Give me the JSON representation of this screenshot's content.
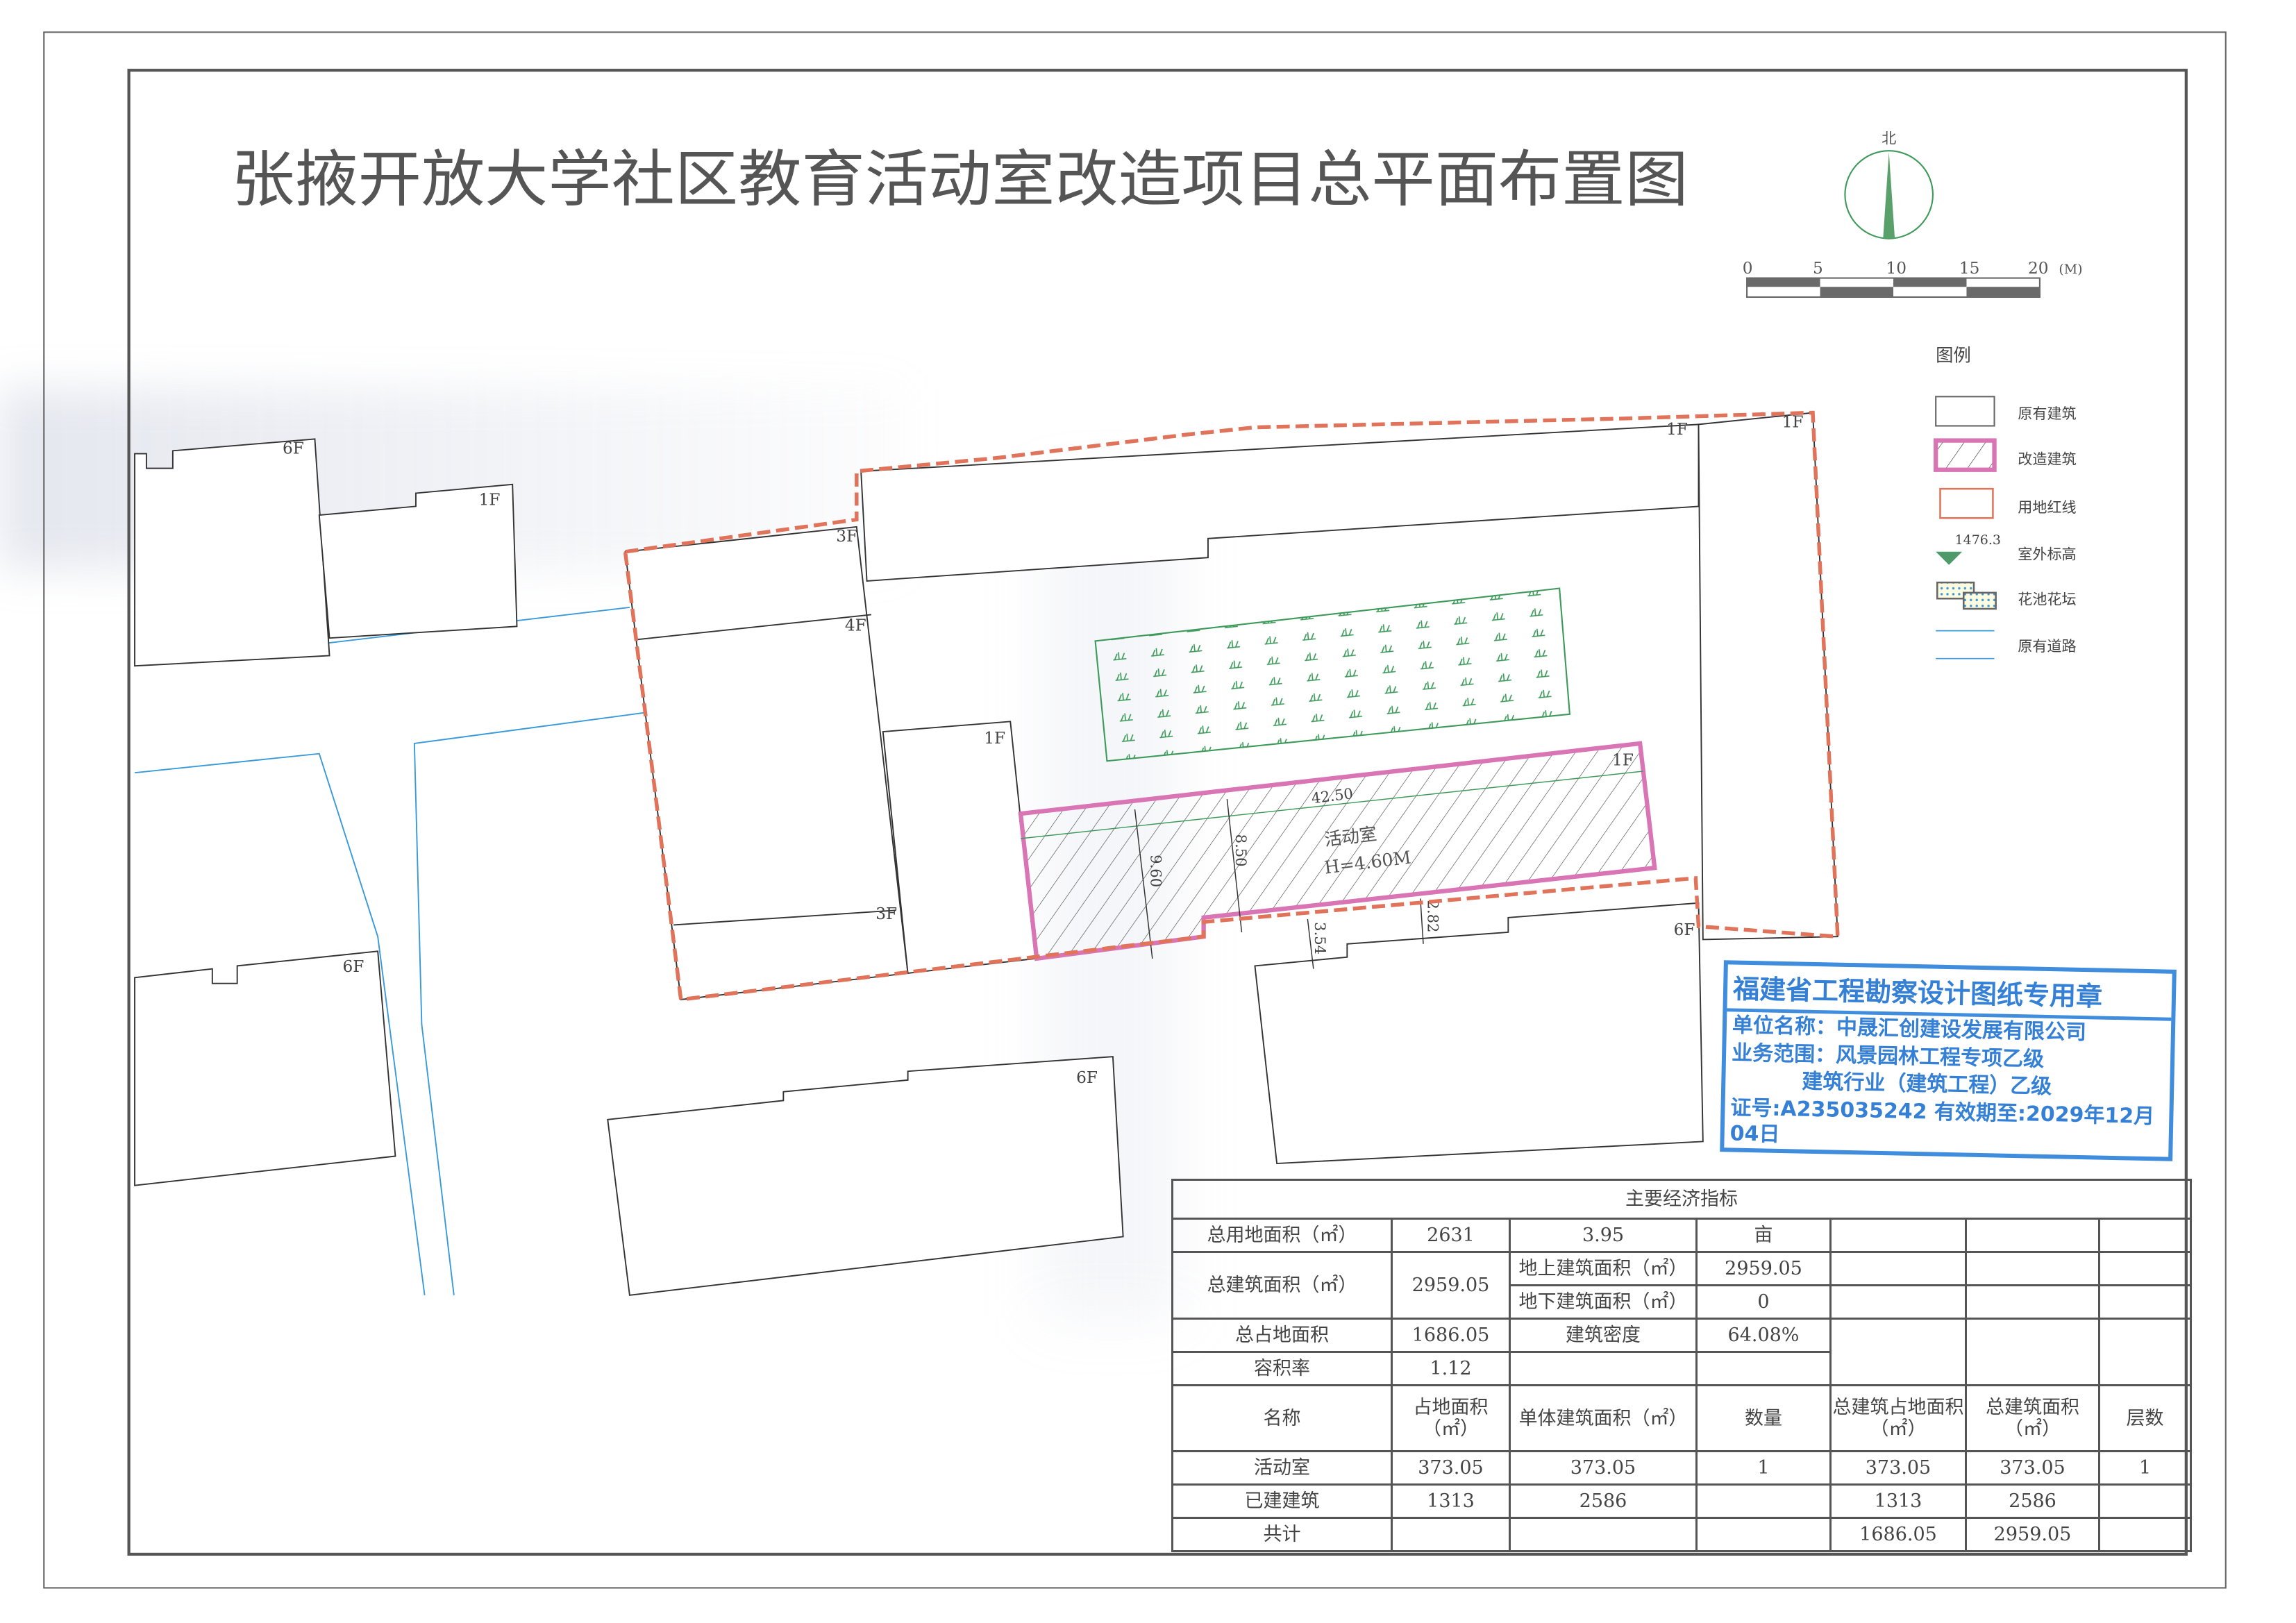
{
  "title": "张掖开放大学社区教育活动室改造项目总平面布置图",
  "north_label": "北",
  "scale": {
    "ticks": [
      "0",
      "5",
      "10",
      "15",
      "20"
    ],
    "unit": "(M)"
  },
  "legend": {
    "title": "图例",
    "items": [
      {
        "label": "原有建筑"
      },
      {
        "label": "改造建筑"
      },
      {
        "label": "用地红线"
      },
      {
        "label": "室外标高",
        "value": "1476.3"
      },
      {
        "label": "花池花坛"
      },
      {
        "label": "原有道路"
      }
    ]
  },
  "colors": {
    "red_line": "#e0735a",
    "renovated": "#d974b5",
    "road": "#3a9ad9",
    "garden": "#3d9a5a",
    "stamp": "#1e78d7"
  },
  "plan": {
    "floors": [
      "6F",
      "1F",
      "3F",
      "4F",
      "1F",
      "3F",
      "1F",
      "1F",
      "1F",
      "6F",
      "6F",
      "6F"
    ],
    "room_name": "活动室",
    "room_height": "H=4.60M",
    "dims": [
      "42.50",
      "9.60",
      "8.50",
      "3.54",
      "2.82"
    ]
  },
  "table": {
    "title": "主要经济指标",
    "r1": [
      "总用地面积（㎡）",
      "2631",
      "3.95",
      "亩"
    ],
    "r2": [
      "总建筑面积（㎡）",
      "2959.05",
      "地上建筑面积（㎡）",
      "2959.05"
    ],
    "r3": [
      "地下建筑面积（㎡）",
      "0"
    ],
    "r4": [
      "总占地面积",
      "1686.05",
      "建筑密度",
      "64.08%"
    ],
    "r5": [
      "容积率",
      "1.12"
    ],
    "header": [
      "名称",
      "占地面积（㎡）",
      "单体建筑面积（㎡）",
      "数量",
      "总建筑占地面积（㎡）",
      "总建筑面积（㎡）",
      "层数"
    ],
    "rows": [
      [
        "活动室",
        "373.05",
        "373.05",
        "1",
        "373.05",
        "373.05",
        "1"
      ],
      [
        "已建建筑",
        "1313",
        "2586",
        "",
        "1313",
        "2586",
        ""
      ],
      [
        "共计",
        "",
        "",
        "",
        "1686.05",
        "2959.05",
        ""
      ]
    ]
  },
  "stamp": {
    "title": "福建省工程勘察设计图纸专用章",
    "unit": "单位名称：中晟汇创建设发展有限公司",
    "scope": "业务范围：风景园林工程专项乙级",
    "scope2": "建筑行业（建筑工程）乙级",
    "cert": "证号:A235035242  有效期至:2029年12月04日"
  }
}
